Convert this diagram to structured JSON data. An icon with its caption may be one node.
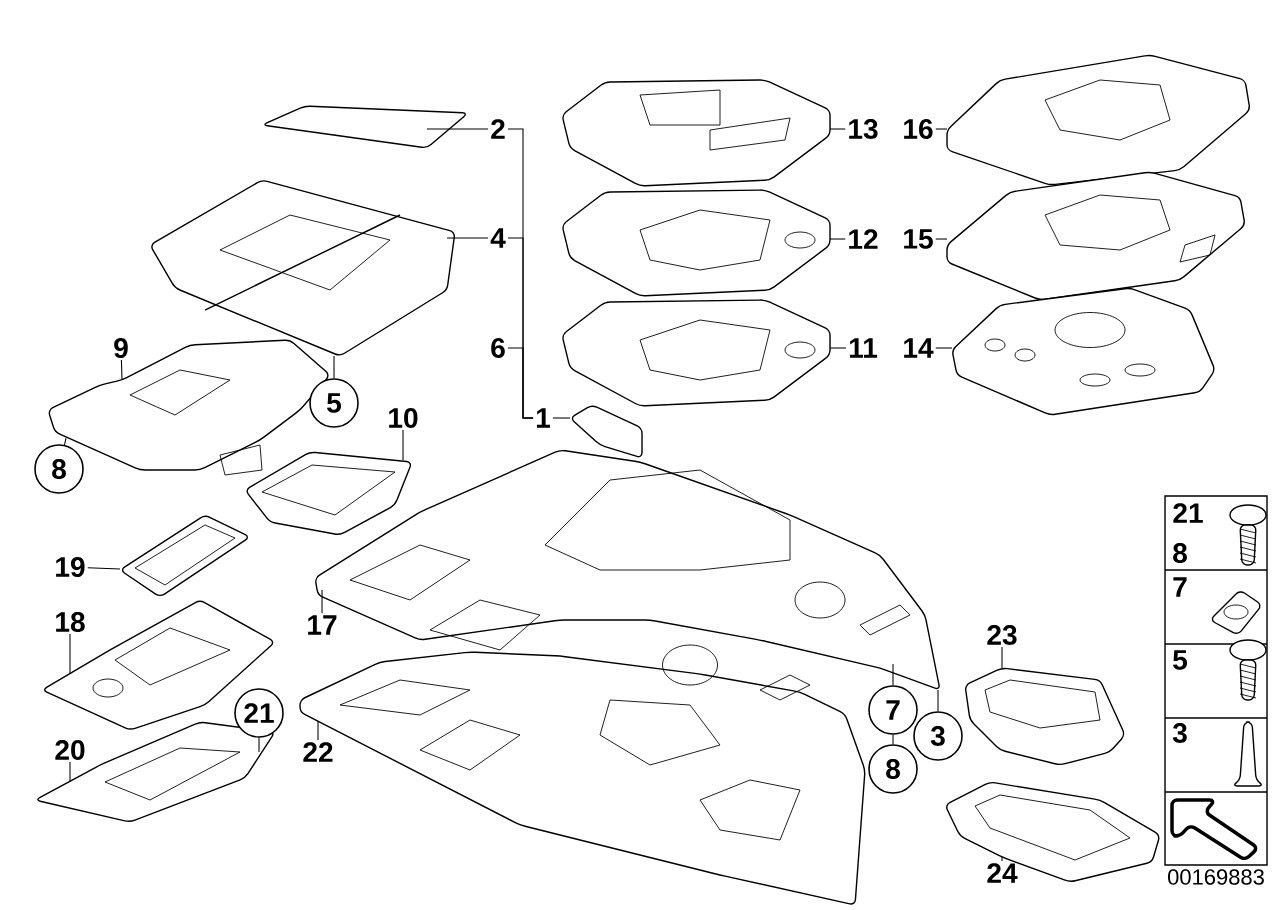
{
  "diagram": {
    "nodes": [
      {
        "text": [
          "2"
        ]
      },
      {
        "text": [
          "4"
        ]
      },
      {
        "text": [
          "6"
        ]
      },
      {
        "text": [
          "1"
        ]
      },
      {
        "text": [
          "13"
        ]
      },
      {
        "text": [
          "12"
        ]
      },
      {
        "text": [
          "11"
        ]
      },
      {
        "text": [
          "16"
        ]
      },
      {
        "text": [
          "15"
        ]
      },
      {
        "text": [
          "14"
        ]
      },
      {
        "text": [
          "9"
        ]
      },
      {
        "text": [
          "5"
        ]
      },
      {
        "text": [
          "8"
        ]
      },
      {
        "text": [
          "10"
        ]
      },
      {
        "text": [
          "19"
        ]
      },
      {
        "text": [
          "18"
        ]
      },
      {
        "text": [
          "20"
        ]
      },
      {
        "text": [
          "21"
        ]
      },
      {
        "text": [
          "17"
        ]
      },
      {
        "text": [
          "22"
        ]
      },
      {
        "text": [
          "7"
        ]
      },
      {
        "text": [
          "8"
        ]
      },
      {
        "text": [
          "3"
        ]
      },
      {
        "text": [
          "23"
        ]
      },
      {
        "text": [
          "24"
        ]
      },
      {
        "text": [],
        "shape": "picture"
      },
      {
        "text": [],
        "shape": "picture"
      },
      {
        "text": [],
        "shape": "picture"
      },
      {
        "text": [],
        "shape": "picture"
      },
      {
        "text": [],
        "shape": "picture"
      },
      {
        "text": [],
        "shape": "picture"
      },
      {
        "text": [],
        "shape": "picture"
      },
      {
        "text": [],
        "shape": "picture"
      },
      {
        "text": [],
        "shape": "picture"
      },
      {
        "text": [],
        "shape": "picture"
      },
      {
        "text": [],
        "shape": "picture"
      },
      {
        "text": [],
        "shape": "picture"
      },
      {
        "text": [],
        "shape": "picture"
      },
      {
        "text": [],
        "shape": "picture"
      },
      {
        "text": [],
        "shape": "picture"
      },
      {
        "text": [],
        "shape": "picture"
      },
      {
        "text": [],
        "shape": "picture"
      },
      {
        "text": [],
        "shape": "picture"
      }
    ],
    "edges": [
      {
        "from": 0,
        "to": 25,
        "arrow": "none"
      },
      {
        "from": 1,
        "to": 26,
        "arrow": "none"
      },
      {
        "from": 3,
        "to": 27,
        "arrow": "none"
      },
      {
        "from": 4,
        "to": 29,
        "arrow": "none"
      },
      {
        "from": 5,
        "to": 30,
        "arrow": "none"
      },
      {
        "from": 6,
        "to": 31,
        "arrow": "none"
      },
      {
        "from": 7,
        "to": 32,
        "arrow": "none"
      },
      {
        "from": 8,
        "to": 33,
        "arrow": "none"
      },
      {
        "from": 9,
        "to": 34,
        "arrow": "none"
      },
      {
        "from": 10,
        "to": 35,
        "arrow": "none"
      },
      {
        "from": 11,
        "to": 26,
        "arrow": "none"
      },
      {
        "from": 12,
        "to": 35,
        "arrow": "none"
      },
      {
        "from": 13,
        "to": 36,
        "arrow": "none"
      },
      {
        "from": 14,
        "to": 37,
        "arrow": "none"
      },
      {
        "from": 15,
        "to": 38,
        "arrow": "none"
      },
      {
        "from": 16,
        "to": 39,
        "arrow": "none"
      },
      {
        "from": 17,
        "to": 39,
        "arrow": "none"
      },
      {
        "from": 18,
        "to": 28,
        "arrow": "none"
      },
      {
        "from": 19,
        "to": 40,
        "arrow": "none"
      },
      {
        "from": 20,
        "to": 28,
        "arrow": "none"
      },
      {
        "from": 21,
        "to": 20,
        "arrow": "none"
      },
      {
        "from": 22,
        "to": 28,
        "arrow": "none"
      },
      {
        "from": 23,
        "to": 41,
        "arrow": "none"
      },
      {
        "from": 24,
        "to": 42,
        "arrow": "none"
      },
      {
        "from": 0,
        "to": 3,
        "arrow": "none"
      },
      {
        "from": 1,
        "to": 3,
        "arrow": "none"
      },
      {
        "from": 2,
        "to": 3,
        "arrow": "none"
      }
    ],
    "labels": [
      "21",
      "8",
      "7",
      "5",
      "3",
      "00169883"
    ]
  }
}
